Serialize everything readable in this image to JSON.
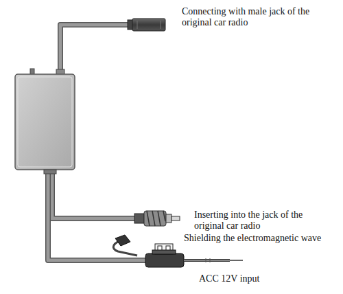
{
  "diagram": {
    "labels": [
      "Connecting with male jack of the original car radio",
      "Inserting into the jack of the original car radio",
      "Shielding the electromagnetic wave",
      "ACC 12V input"
    ]
  }
}
